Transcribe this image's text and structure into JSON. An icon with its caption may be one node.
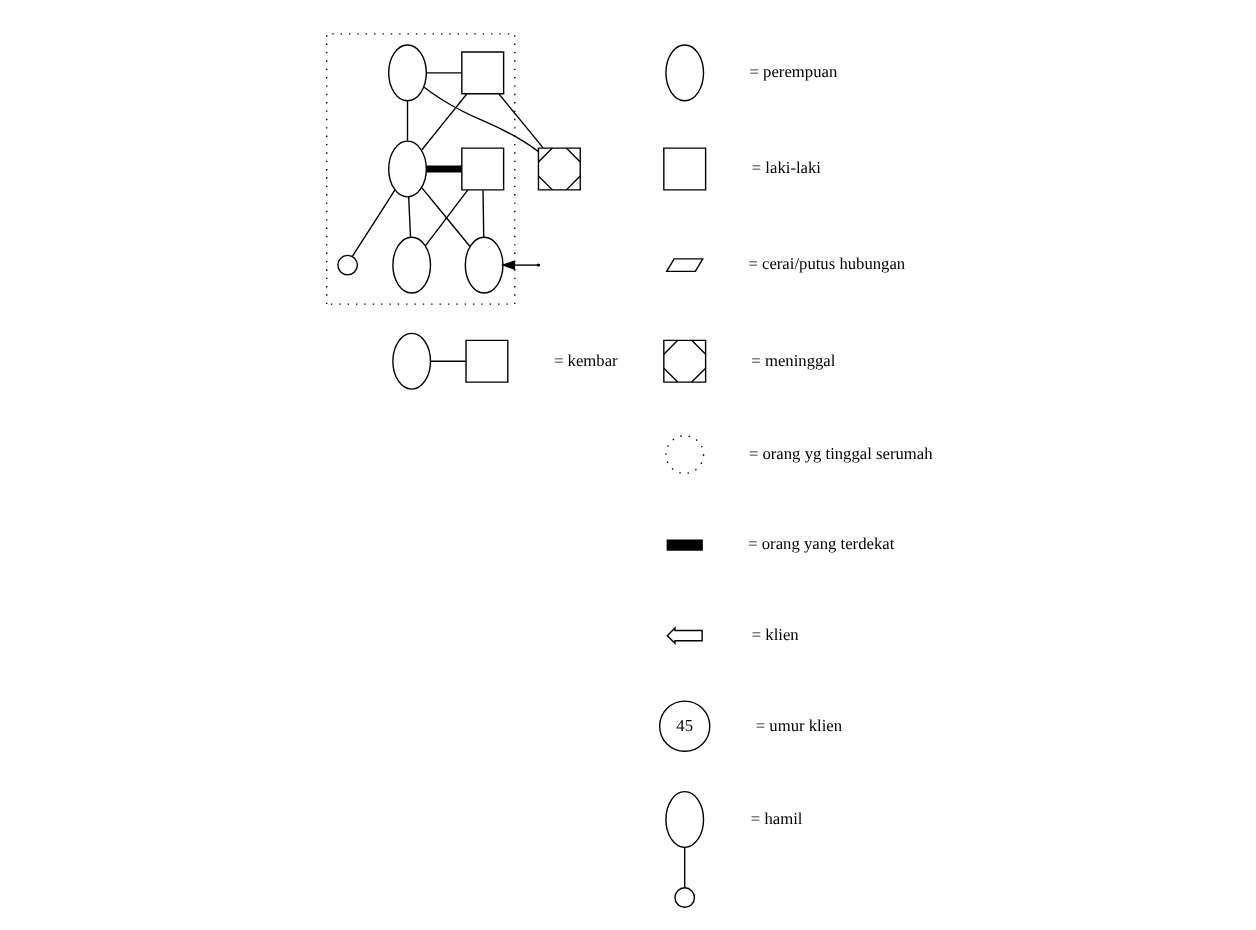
{
  "diagram": {
    "nodes": [
      {
        "text": [],
        "shape": "box"
      },
      {
        "text": [],
        "shape": "box",
        "in": 0
      },
      {
        "text": [],
        "shape": "ellipse",
        "in": 0
      },
      {
        "text": [],
        "shape": "ellipse",
        "in": 0
      },
      {
        "text": [],
        "shape": "circle",
        "in": 0
      },
      {
        "text": [],
        "shape": "box",
        "in": 0
      },
      {
        "text": [],
        "shape": "box"
      },
      {
        "text": [],
        "shape": "ellipse",
        "in": 0
      },
      {
        "text": [],
        "shape": "ellipse",
        "in": 0
      },
      {
        "text": [],
        "shape": "ellipse"
      },
      {
        "text": [],
        "shape": "box"
      },
      {
        "text": [
          "45"
        ]
      },
      {
        "text": [],
        "shape": "ellipse"
      },
      {
        "text": [],
        "shape": "box"
      },
      {
        "text": [],
        "shape": "box"
      },
      {
        "text": [],
        "shape": "circle"
      },
      {
        "text": [],
        "shape": "ellipse"
      },
      {
        "text": [],
        "shape": "circle"
      }
    ],
    "edges": [
      {
        "from": 1,
        "to": 2,
        "arrow": "none"
      },
      {
        "from": 1,
        "to": 3,
        "arrow": "none"
      },
      {
        "from": 2,
        "to": 3,
        "arrow": "none"
      },
      {
        "from": 1,
        "to": 6,
        "arrow": "none"
      },
      {
        "from": 2,
        "to": 6,
        "arrow": "none"
      },
      {
        "from": 3,
        "to": 5,
        "arrow": "none",
        "style": "thick"
      },
      {
        "from": 3,
        "to": 4,
        "arrow": "none"
      },
      {
        "from": 3,
        "to": 7,
        "arrow": "none"
      },
      {
        "from": 5,
        "to": 7,
        "arrow": "none"
      },
      {
        "from": 3,
        "to": 8,
        "arrow": "none"
      },
      {
        "from": 5,
        "to": 8,
        "arrow": "none"
      },
      {
        "from": null,
        "to": 8,
        "arrow": "to"
      },
      {
        "from": 9,
        "to": 10,
        "arrow": "none"
      },
      {
        "from": 16,
        "to": 17,
        "arrow": "none"
      }
    ],
    "legend": [
      {
        "text": "= perempuan"
      },
      {
        "text": "= laki-laki"
      },
      {
        "text": "= cerai/putus hubungan"
      },
      {
        "text": "= meninggal"
      },
      {
        "text": "= orang yg tinggal serumah"
      },
      {
        "text": "= orang yang terdekat"
      },
      {
        "text": "= klien"
      },
      {
        "text": "= umur klien"
      },
      {
        "text": "= hamil"
      },
      {
        "text": "= kembar"
      }
    ]
  }
}
